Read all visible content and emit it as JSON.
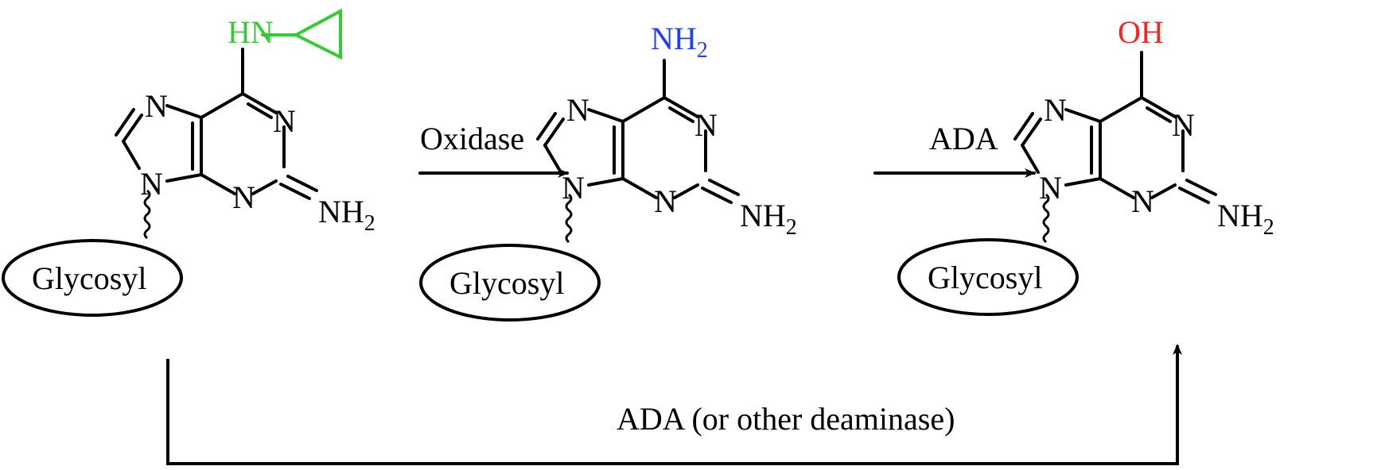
{
  "colors": {
    "cyclopropylamino": "#33cc33",
    "amino": "#1f3fff",
    "hydroxyl": "#ff2020",
    "ink": "#000000"
  },
  "molecules": [
    {
      "sugar_label": "Glycosyl",
      "substituent": {
        "main": "HN",
        "sub": "",
        "color_key": "cyclopropylamino"
      },
      "ring_atoms": {
        "n1": "N",
        "n3": "N",
        "n7": "N",
        "n9": "N"
      },
      "amine": {
        "main": "NH",
        "sub": "2"
      }
    },
    {
      "sugar_label": "Glycosyl",
      "substituent": {
        "main": "NH",
        "sub": "2",
        "color_key": "amino"
      },
      "ring_atoms": {
        "n1": "N",
        "n3": "N",
        "n7": "N",
        "n9": "N"
      },
      "amine": {
        "main": "NH",
        "sub": "2"
      }
    },
    {
      "sugar_label": "Glycosyl",
      "substituent": {
        "main": "OH",
        "sub": "",
        "color_key": "hydroxyl"
      },
      "ring_atoms": {
        "n1": "N",
        "n3": "N",
        "n7": "N",
        "n9": "N"
      },
      "amine": {
        "main": "NH",
        "sub": "2"
      }
    }
  ],
  "arrows": {
    "step1": "Oxidase",
    "step2": "ADA",
    "bottom": "ADA (or other deaminase)"
  }
}
